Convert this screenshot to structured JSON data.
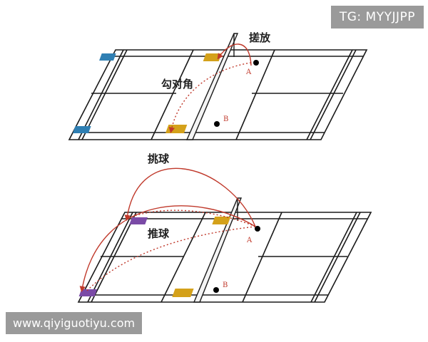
{
  "watermark": {
    "telegram": "TG: MYYJJPP",
    "website": "www.qiyiguotiyu.com"
  },
  "top_court": {
    "label_net_shot": "搓放",
    "label_cross": "勾对角",
    "point_a": "A",
    "point_b": "B"
  },
  "bottom_court": {
    "label_lift": "挑球",
    "label_push": "推球",
    "point_a": "A",
    "point_b": "B"
  },
  "colors": {
    "court_line": "#1a1a1a",
    "trajectory": "#c0392b",
    "target_blue": "#2f7fb3",
    "target_gold": "#d4a11a",
    "player": "#000000"
  }
}
